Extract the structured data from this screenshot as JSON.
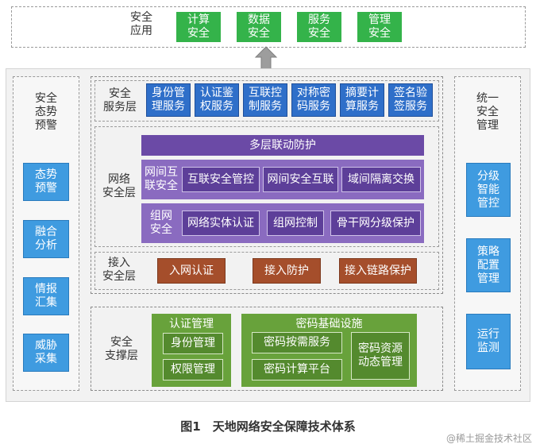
{
  "top": {
    "label": "安全\n应用",
    "apps": [
      "计算\n安全",
      "数据\n安全",
      "服务\n安全",
      "管理\n安全"
    ]
  },
  "left_panel": {
    "title": "安全\n态势\n预警",
    "items": [
      "态势\n预警",
      "融合\n分析",
      "情报\n汇集",
      "威胁\n采集"
    ]
  },
  "right_panel": {
    "title": "统一\n安全\n管理",
    "items": [
      "分级\n智能\n管控",
      "策略\n配置\n管理",
      "运行\n监测"
    ]
  },
  "service_layer": {
    "label": "安全\n服务层",
    "items": [
      "身份管\n理服务",
      "认证鉴\n权服务",
      "互联控\n制服务",
      "对称密\n码服务",
      "摘要计\n算服务",
      "签名验\n签服务"
    ]
  },
  "network_layer": {
    "label": "网络\n安全层",
    "header": "多层联动防护",
    "rows": [
      {
        "label": "网间互\n联安全",
        "items": [
          "互联安全管控",
          "网间安全互联",
          "域间隔离交换"
        ]
      },
      {
        "label": "组网\n安全",
        "items": [
          "网络实体认证",
          "组网控制",
          "骨干网分级保护"
        ]
      }
    ]
  },
  "access_layer": {
    "label": "接入\n安全层",
    "items": [
      "入网认证",
      "接入防护",
      "接入链路保护"
    ]
  },
  "support_layer": {
    "label": "安全\n支撑层",
    "auth": {
      "title": "认证管理",
      "items": [
        "身份管理",
        "权限管理"
      ]
    },
    "crypto": {
      "title": "密码基础设施",
      "items": [
        "密码按需服务",
        "密码计算平台",
        "密码资源\n动态管理"
      ]
    }
  },
  "caption": "图1　天地网络安全保障技术体系",
  "watermark": "@稀土掘金技术社区",
  "colors": {
    "green": "#34b34a",
    "blue": "#2f6fc9",
    "light_blue": "#3f9be0",
    "purple": "#6b4aa6",
    "brown": "#a54e2b",
    "olive": "#68a23b"
  }
}
